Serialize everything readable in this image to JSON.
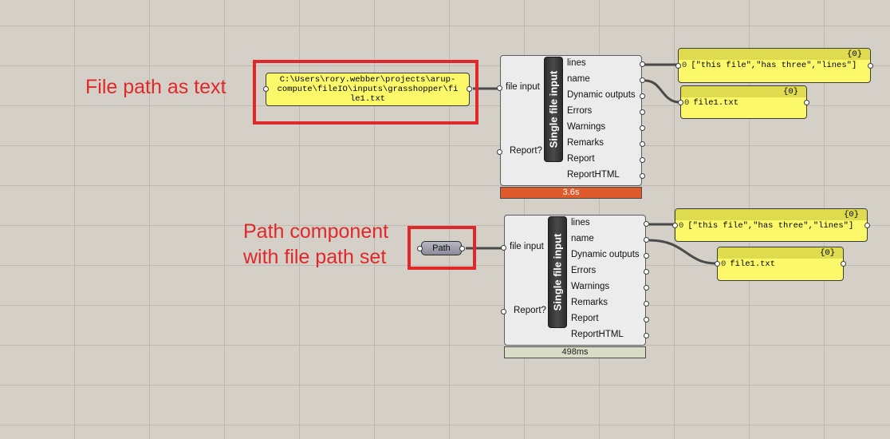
{
  "annotations": {
    "top": "File path as text",
    "bottom_line1": "Path component",
    "bottom_line2": "with file path set"
  },
  "path_panel": {
    "line1": "C:\\Users\\rory.webber\\projects\\arup-",
    "line2": "compute\\fileIO\\inputs\\grasshopper\\fi",
    "line3": "le1.txt"
  },
  "path_param": {
    "label": "Path"
  },
  "component_top": {
    "nickname": "Single file input",
    "inputs": [
      "file input",
      "Report?"
    ],
    "outputs": [
      "lines",
      "name",
      "Dynamic outputs",
      "Errors",
      "Warnings",
      "Remarks",
      "Report",
      "ReportHTML"
    ],
    "runtime": "3.6s"
  },
  "component_bottom": {
    "nickname": "Single file input",
    "inputs": [
      "file input",
      "Report?"
    ],
    "outputs": [
      "lines",
      "name",
      "Dynamic outputs",
      "Errors",
      "Warnings",
      "Remarks",
      "Report",
      "ReportHTML"
    ],
    "runtime": "498ms"
  },
  "output_panels": {
    "top_lines": {
      "path": "{0}",
      "index": "0",
      "value": "[\"this file\",\"has three\",\"lines\"]"
    },
    "top_name": {
      "path": "{0}",
      "index": "0",
      "value": "file1.txt"
    },
    "bottom_lines": {
      "path": "{0}",
      "index": "0",
      "value": "[\"this file\",\"has three\",\"lines\"]"
    },
    "bottom_name": {
      "path": "{0}",
      "index": "0",
      "value": "file1.txt"
    }
  },
  "colors": {
    "annotation_red": "#e0272a",
    "panel_yellow": "#fbf96a",
    "runtime_slow": "#e05a2b",
    "runtime_fast": "#d9dcc6"
  }
}
